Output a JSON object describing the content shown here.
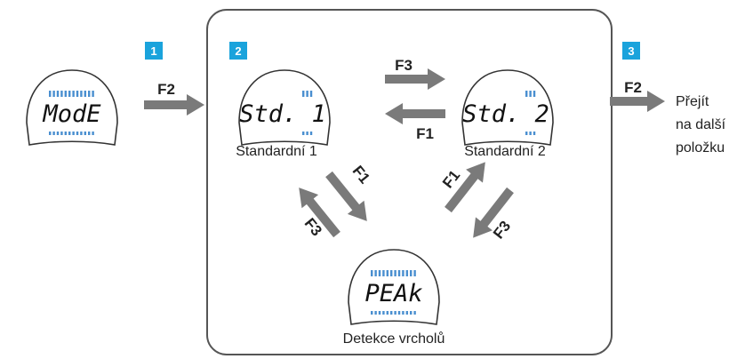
{
  "step_badges": [
    "1",
    "2",
    "3"
  ],
  "colors": {
    "badge": "#1aa3dc",
    "arrow": "#7a7a7a",
    "segment": "#4a8fd0",
    "outline": "#555555"
  },
  "displays": {
    "mode": {
      "text": "ModE"
    },
    "std1": {
      "text": "Std. 1",
      "caption": "Standardní 1"
    },
    "std2": {
      "text": "Std. 2",
      "caption": "Standardní 2"
    },
    "peak": {
      "text": "PEAk",
      "caption": "Detekce vrcholů"
    }
  },
  "keys": {
    "f2_into": "F2",
    "f3_std1_to_std2": "F3",
    "f1_std2_to_std1": "F1",
    "f1_std1_to_peak": "F1",
    "f3_peak_to_std1": "F3",
    "f1_peak_to_std2": "F1",
    "f3_std2_to_peak": "F3",
    "f2_next": "F2"
  },
  "next_item_text": [
    "Přejít",
    "na další",
    "položku"
  ]
}
